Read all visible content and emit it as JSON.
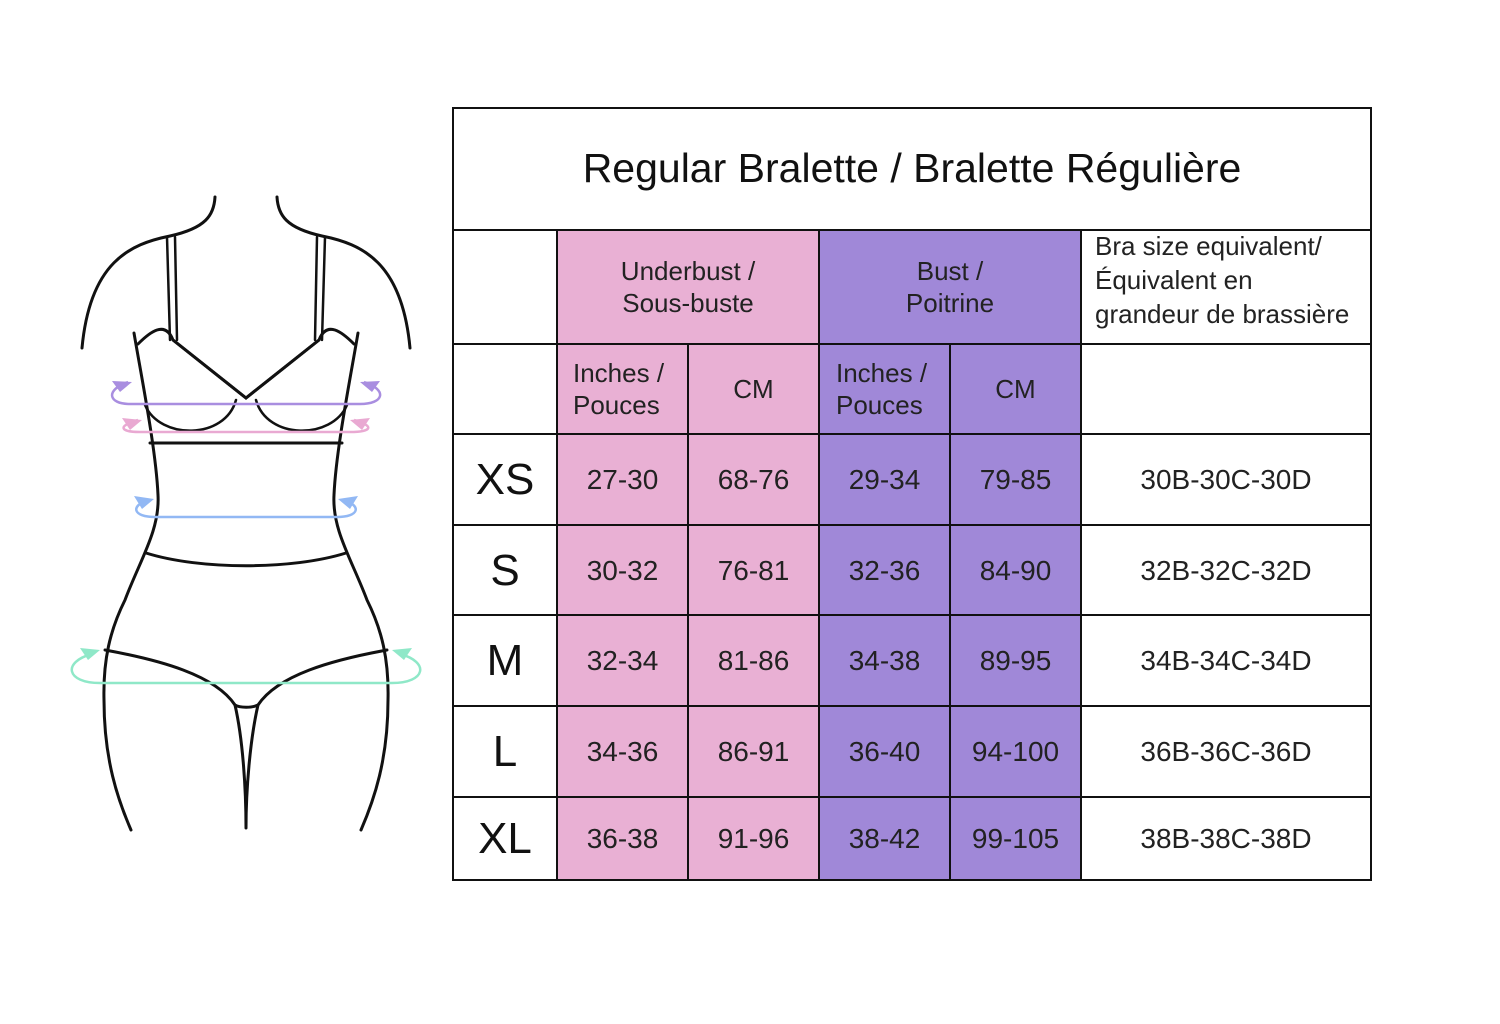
{
  "title": "Regular Bralette / Bralette Régulière",
  "headers": {
    "underbust": [
      "Underbust /",
      "Sous-buste"
    ],
    "bust": [
      "Bust /",
      "Poitrine"
    ],
    "equivalent": [
      "Bra size equivalent/",
      "Équivalent en",
      "grandeur de brassière"
    ],
    "inches": [
      "Inches /",
      "Pouces"
    ],
    "cm": "CM"
  },
  "rows": [
    {
      "size": "XS",
      "underbust_in": "27-30",
      "underbust_cm": "68-76",
      "bust_in": "29-34",
      "bust_cm": "79-85",
      "equiv": "30B-30C-30D"
    },
    {
      "size": "S",
      "underbust_in": "30-32",
      "underbust_cm": "76-81",
      "bust_in": "32-36",
      "bust_cm": "84-90",
      "equiv": "32B-32C-32D"
    },
    {
      "size": "M",
      "underbust_in": "32-34",
      "underbust_cm": "81-86",
      "bust_in": "34-38",
      "bust_cm": "89-95",
      "equiv": "34B-34C-34D"
    },
    {
      "size": "L",
      "underbust_in": "34-36",
      "underbust_cm": "86-91",
      "bust_in": "36-40",
      "bust_cm": "94-100",
      "equiv": "36B-36C-36D"
    },
    {
      "size": "XL",
      "underbust_in": "36-38",
      "underbust_cm": "91-96",
      "bust_in": "38-42",
      "bust_cm": "99-105",
      "equiv": "38B-38C-38D"
    }
  ],
  "colors": {
    "underbust": "#e9b0d4",
    "bust": "#a088d8",
    "bust_arrow": "#a98ee0",
    "underbust_arrow": "#e9a9d2",
    "waist_arrow": "#92b8f4",
    "hip_arrow": "#8fe8c8"
  }
}
